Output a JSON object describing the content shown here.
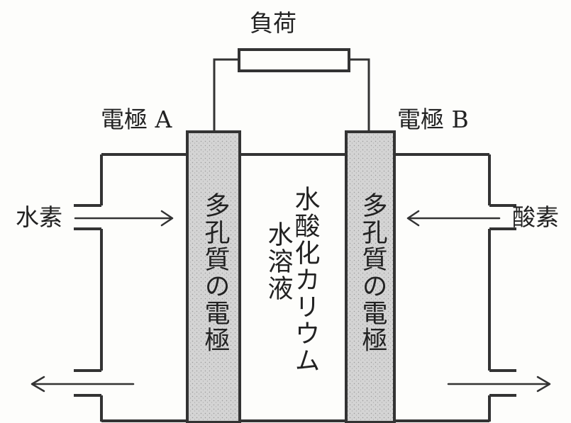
{
  "labels": {
    "load": "負荷",
    "electrode_a": "電極 A",
    "electrode_b": "電極 B",
    "hydrogen": "水素",
    "oxygen": "酸素",
    "porous_electrode_left": "多孔質の電極",
    "porous_electrode_right": "多孔質の電極",
    "electrolyte_line1": "水酸化カリウム",
    "electrolyte_line2": "水溶液"
  },
  "colors": {
    "line": "#333333",
    "electrode_fill": "#d2d2d2",
    "background": "#fdfdfb"
  }
}
